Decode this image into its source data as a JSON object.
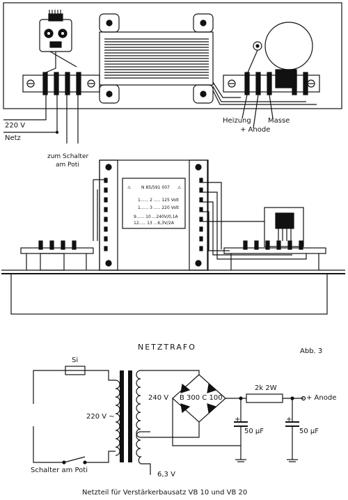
{
  "figure_number": "Abb. 3",
  "caption": "Netzteil für Verstärkerbausatz  VB 10 und VB 20",
  "top_view": {
    "labels": {
      "mains_voltage": "220 V",
      "mains": "Netz",
      "switch_line1": "zum Schalter",
      "switch_line2": "am Poti",
      "heater": "Heizung",
      "anode": "+ Anode",
      "ground": "Masse"
    }
  },
  "side_view": {
    "transformer_plate": {
      "part_number": "N 85/591 007",
      "warning_left": "⚠",
      "warning_right": "⚠",
      "windings": [
        "1...... 2 ..... 125 Volt",
        "1...... 3 ..... 220 Volt",
        "9...... 10 ...240V/0,1A",
        "12..... 13 ...6,3V/2A"
      ]
    }
  },
  "schematic": {
    "title": "NETZTRAFO",
    "fuse": "Si",
    "primary_voltage": "220 V ~",
    "secondary_hv": "240 V",
    "secondary_heater": "6,3 V",
    "rectifier": "B 300 C 100",
    "resistor": "2k  2W",
    "output": "+ Anode",
    "capacitor_1": "50 µF",
    "capacitor_2": "50 µF",
    "switch": "Schalter am Poti",
    "cap_polarity": "+"
  }
}
